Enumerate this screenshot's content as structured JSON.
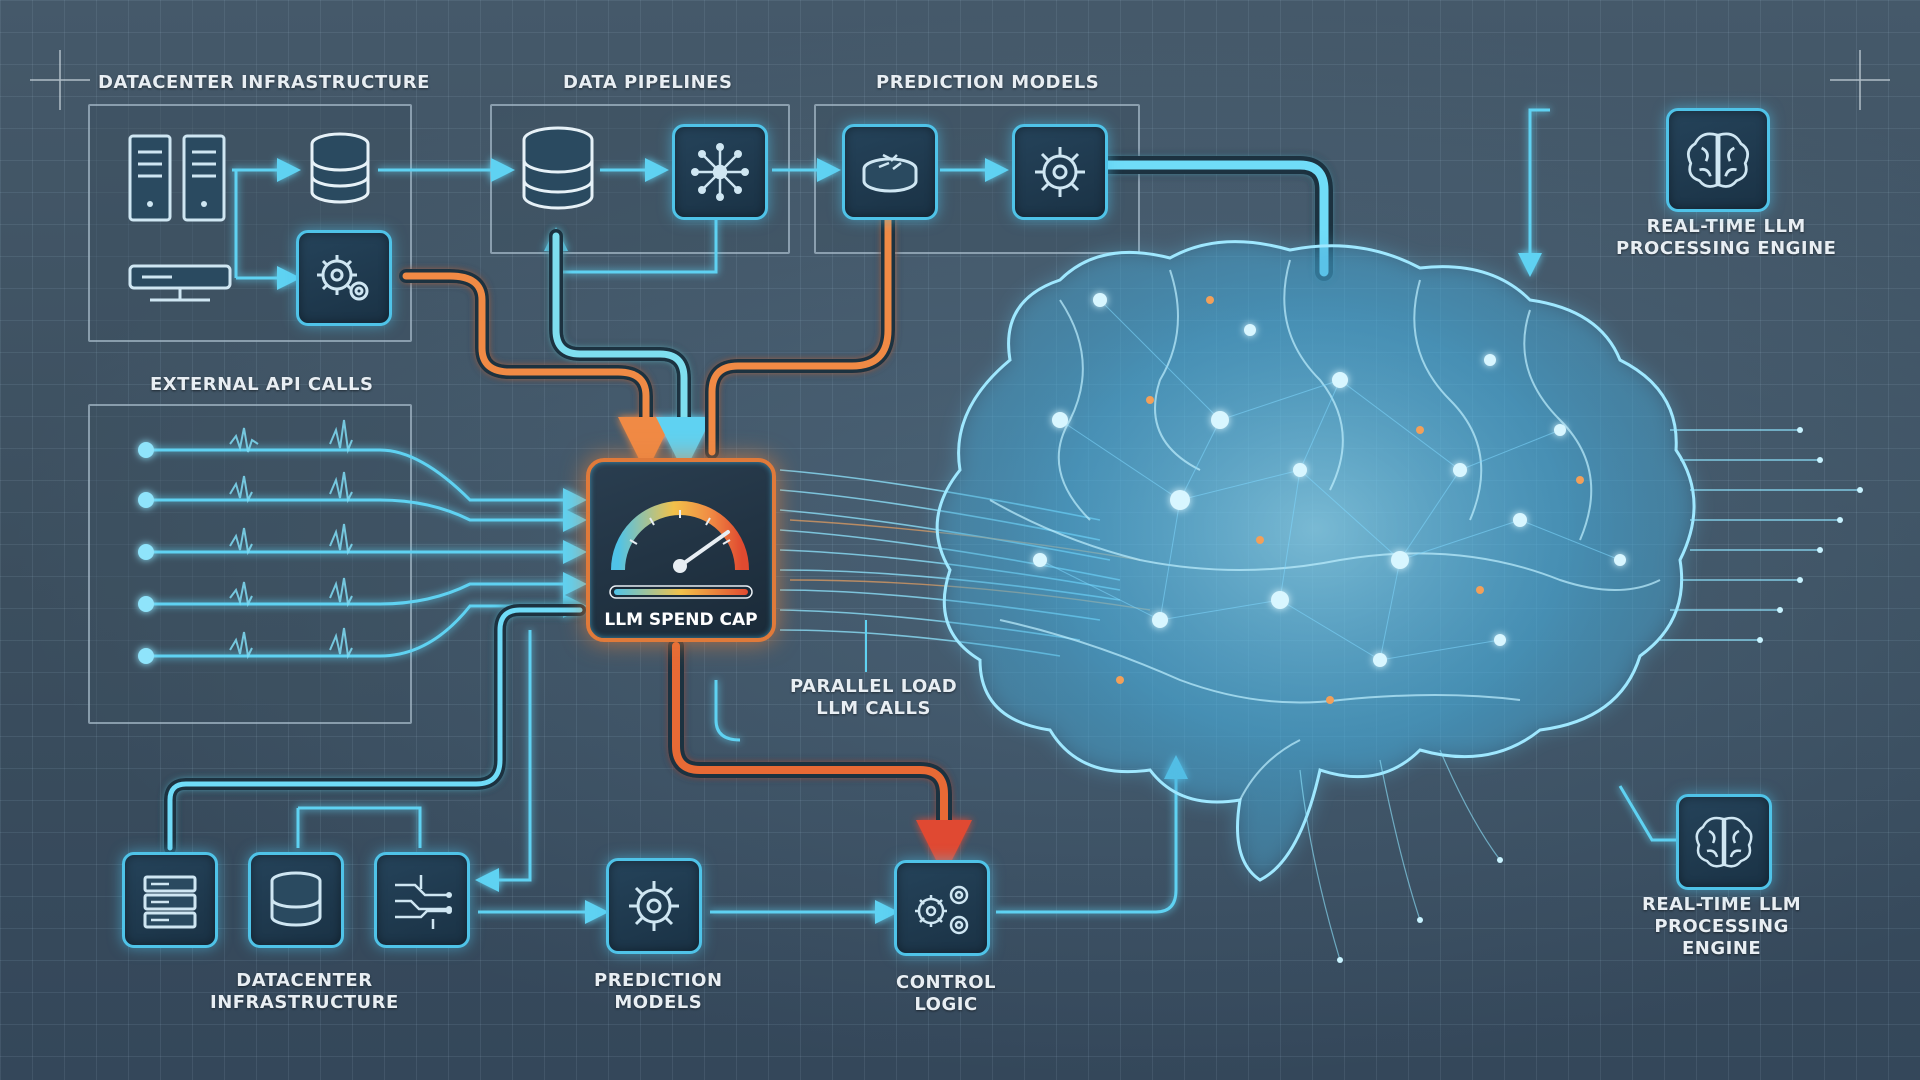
{
  "labels": {
    "datacenter_top": "DATACENTER INFRASTRUCTURE",
    "data_pipelines": "DATA PIPELINES",
    "prediction_models_top": "PREDICTION MODELS",
    "external_api": "EXTERNAL API CALLS",
    "spend_cap": "LLM SPEND CAP",
    "parallel_load": "PARALLEL LOAD\nLLM CALLS",
    "engine_top": "REAL-TIME LLM\nPROCESSING ENGINE",
    "engine_bottom": "REAL-TIME LLM\nPROCESSING\nENGINE",
    "datacenter_bottom": "DATACENTER\nINFRASTRUCTURE",
    "prediction_models_bottom": "PREDICTION\nMODELS",
    "control_logic": "CONTROL\nLOGIC"
  },
  "colors": {
    "accent_cyan": "#4fc3e8",
    "accent_orange": "#e07a3a",
    "accent_red": "#e04a30",
    "panel_border": "#c8dcea",
    "brain_glow": "#7fd8ff"
  },
  "icons": {
    "server_rack": "server-rack-icon",
    "database": "database-icon",
    "hub": "network-hub-icon",
    "router": "router-icon",
    "gear": "gear-icon",
    "gears": "gears-icon",
    "brain": "brain-icon",
    "circuit": "circuit-icon",
    "gauge": "gauge-icon"
  }
}
